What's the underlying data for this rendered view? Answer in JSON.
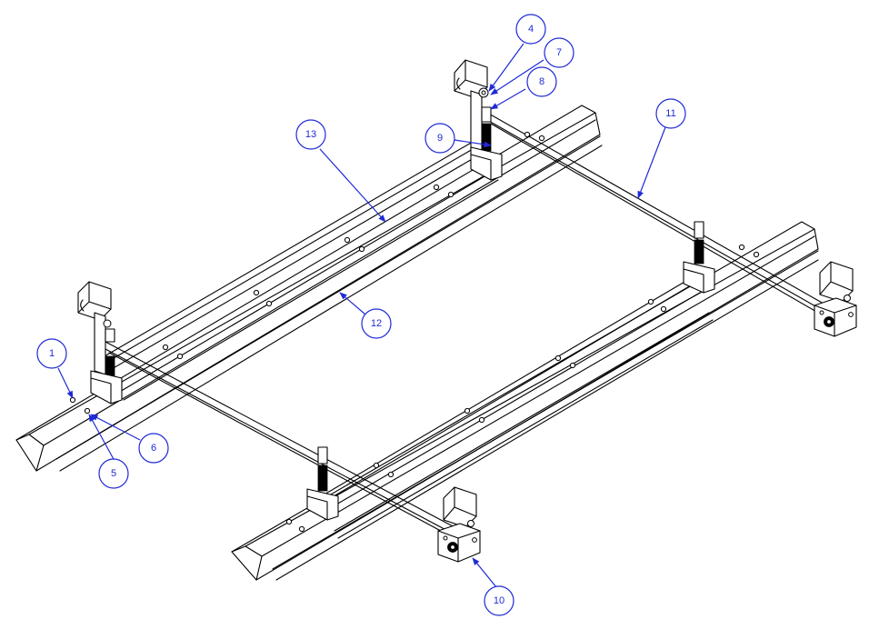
{
  "balloons": [
    {
      "id": "b1",
      "label": "1"
    },
    {
      "id": "b4",
      "label": "4"
    },
    {
      "id": "b5",
      "label": "5"
    },
    {
      "id": "b6",
      "label": "6"
    },
    {
      "id": "b7",
      "label": "7"
    },
    {
      "id": "b8",
      "label": "8"
    },
    {
      "id": "b9",
      "label": "9"
    },
    {
      "id": "b10",
      "label": "10"
    },
    {
      "id": "b11",
      "label": "11"
    },
    {
      "id": "b12",
      "label": "12"
    },
    {
      "id": "b13",
      "label": "13"
    }
  ],
  "colors": {
    "linework": "#000000",
    "callout": "#1f2ad6",
    "background": "#ffffff"
  }
}
